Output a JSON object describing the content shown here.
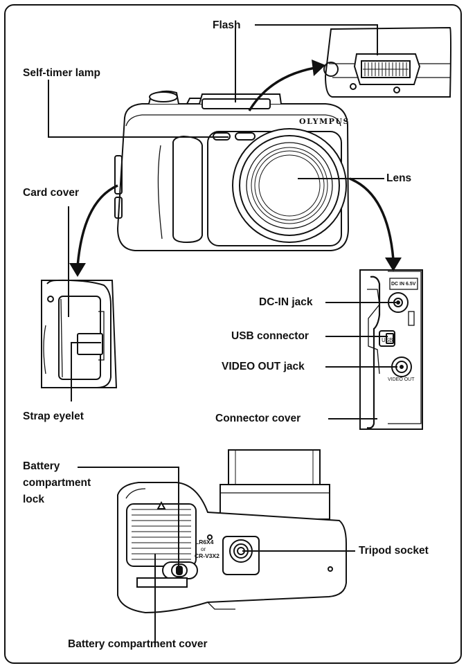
{
  "labels": {
    "flash": "Flash",
    "self_timer_lamp": "Self-timer lamp",
    "card_cover": "Card cover",
    "lens": "Lens",
    "dc_in_jack": "DC-IN jack",
    "usb_connector": "USB connector",
    "video_out_jack": "VIDEO OUT jack",
    "connector_cover": "Connector cover",
    "strap_eyelet": "Strap eyelet",
    "battery_compartment_lock_1": "Battery",
    "battery_compartment_lock_2": "compartment",
    "battery_compartment_lock_3": "lock",
    "tripod_socket": "Tripod socket",
    "battery_compartment_cover": "Battery compartment cover"
  },
  "camera_markings": {
    "brand": "OLYMPUS",
    "dc_in": "DC IN 6.5V",
    "usb": "USB",
    "video_out": "VIDEO OUT",
    "battery_type_1": "LR6X4",
    "battery_type_or": "or",
    "battery_type_2": "CR-V3X2"
  }
}
